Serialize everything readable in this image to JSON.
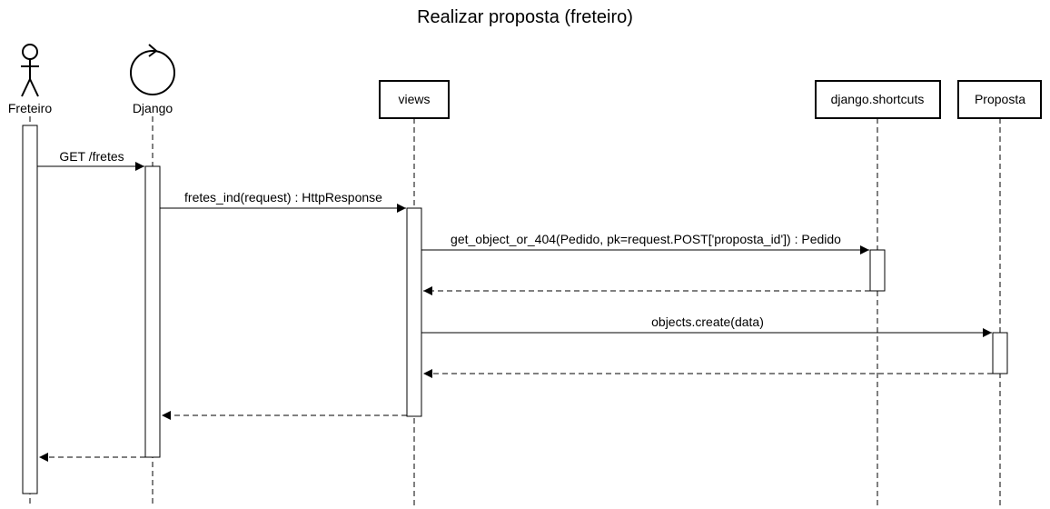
{
  "title": "Realizar proposta (freteiro)",
  "participants": [
    {
      "id": "freteiro",
      "label": "Freteiro",
      "kind": "actor"
    },
    {
      "id": "django",
      "label": "Django",
      "kind": "control"
    },
    {
      "id": "views",
      "label": "views",
      "kind": "object"
    },
    {
      "id": "shortcuts",
      "label": "django.shortcuts",
      "kind": "object"
    },
    {
      "id": "proposta",
      "label": "Proposta",
      "kind": "object"
    }
  ],
  "messages": [
    {
      "id": "m1",
      "from": "freteiro",
      "to": "django",
      "label": "GET /fretes",
      "style": "sync"
    },
    {
      "id": "m2",
      "from": "django",
      "to": "views",
      "label": "fretes_ind(request) : HttpResponse",
      "style": "sync"
    },
    {
      "id": "m3",
      "from": "views",
      "to": "shortcuts",
      "label": "get_object_or_404(Pedido, pk=request.POST['proposta_id']) : Pedido",
      "style": "sync"
    },
    {
      "id": "m4",
      "from": "shortcuts",
      "to": "views",
      "label": "",
      "style": "return"
    },
    {
      "id": "m5",
      "from": "views",
      "to": "proposta",
      "label": "objects.create(data)",
      "style": "sync"
    },
    {
      "id": "m6",
      "from": "proposta",
      "to": "views",
      "label": "",
      "style": "return"
    },
    {
      "id": "m7",
      "from": "views",
      "to": "django",
      "label": "",
      "style": "return"
    },
    {
      "id": "m8",
      "from": "django",
      "to": "freteiro",
      "label": "",
      "style": "return"
    }
  ]
}
